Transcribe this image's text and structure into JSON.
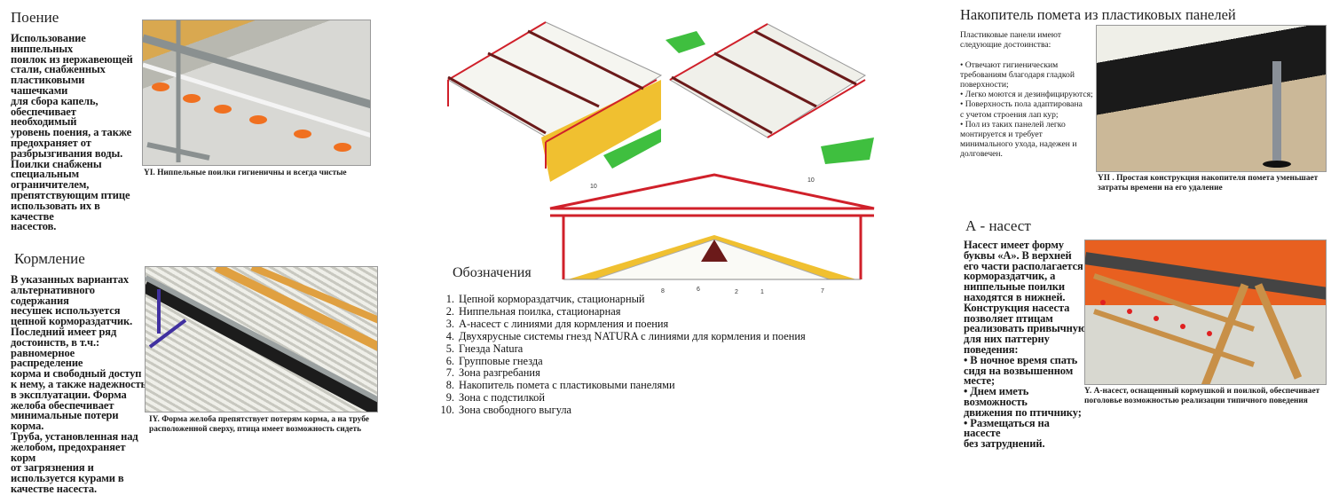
{
  "drinking": {
    "title": "Поение",
    "text": "Использование ниппельных\nпоилок из нержавеющей\nстали, снабженных\nпластиковыми чашечками\nдля сбора капель,\nобеспечивает необходимый\nуровень поения, а также\nпредохраняет от\nразбрызгивания воды.\nПоилки снабжены\nспециальным ограничителем,\nпрепятствующим птице\nиспользовать их в качестве\nнасестов.",
    "caption": "YI. Ниппельные поилки гигиеничны и всегда чистые"
  },
  "feeding": {
    "title": "Кормление",
    "text": "В указанных вариантах\nальтернативного содержания\nнесушек используется\nцепной кормораздатчик.\nПоследний имеет ряд\nдостоинств, в т.ч.:\nравномерное распределение\nкорма и свободный  доступ\nк нему, а также надежность\nв эксплуатации. Форма\nжелоба обеспечивает\nминимальные потери корма.\nТруба, установленная над\nжелобом, предохраняет корм\n от загрязнения и\nиспользуется курами в\nкачестве насеста.",
    "caption": "IY. Форма желоба препятствует потерям корма, а на трубе\nрасположенной сверху, птица имеет возможность сидеть"
  },
  "legend": {
    "title": "Обозначения",
    "items": [
      {
        "num": "1.",
        "label": "Цепной кормораздатчик, стационарный"
      },
      {
        "num": "2.",
        "label": "Ниппельная поилка, стационарная"
      },
      {
        "num": "3.",
        "label": "А-насест с линиями для кормления и поения"
      },
      {
        "num": "4.",
        "label": "Двухярусные системы гнезд NATURA с линиями для кормления и поения"
      },
      {
        "num": "5.",
        "label": "Гнезда Natura"
      },
      {
        "num": "6.",
        "label": "Групповые гнезда"
      },
      {
        "num": "7.",
        "label": "Зона разгребания"
      },
      {
        "num": "8.",
        "label": "Накопитель помета с пластиковыми панелями"
      },
      {
        "num": "9.",
        "label": "Зона с подстилкой"
      },
      {
        "num": "10.",
        "label": "Зона свободного выгула"
      }
    ],
    "diagram_labels": [
      "8",
      "6",
      "2",
      "1",
      "7",
      "10",
      "10"
    ]
  },
  "manure": {
    "title": "Накопитель помета из пластиковых панелей",
    "text": "Пластиковые панели имеют\nследующие достоинства:\n\n• Отвечают гигиеническим\nтребованиям благодаря гладкой\nповерхности;\n• Легко моются и дезинфицируются;\n• Поверхность пола адаптирована\nс учетом строения лап кур;\n• Пол из таких  панелей легко\nмонтируется и требует\nминимального ухода, надежен и\nдолговечен.",
    "caption": "YII . Простая конструкция накопителя помета уменьшает\nзатраты времени на его удаление"
  },
  "perch": {
    "title": "А - насест",
    "text": "Насест имеет форму\nбуквы «А». В верхней\nего части  располагается\nкормораздатчик, а\nниппельные поилки\nнаходятся в нижней.\nКонструкция насеста\nпозволяет птицам\nреализовать привычную\nдля них   паттерну\nповедения:\n• В ночное время спать\nсидя на возвышенном\nместе;\n• Днем иметь возможность\nдвижения по птичнику;\n• Размещаться на насесте\nбез затруднений.",
    "caption": "Y. А-насест, оснащенный кормушкой и поилкой, обеспечивает\nпоголовье возможностью реализации типичного поведения"
  },
  "colors": {
    "red": "#d0202a",
    "brown": "#6b1a1a",
    "yellow": "#f0c030",
    "green": "#3fbf3f",
    "orange": "#f07020"
  }
}
